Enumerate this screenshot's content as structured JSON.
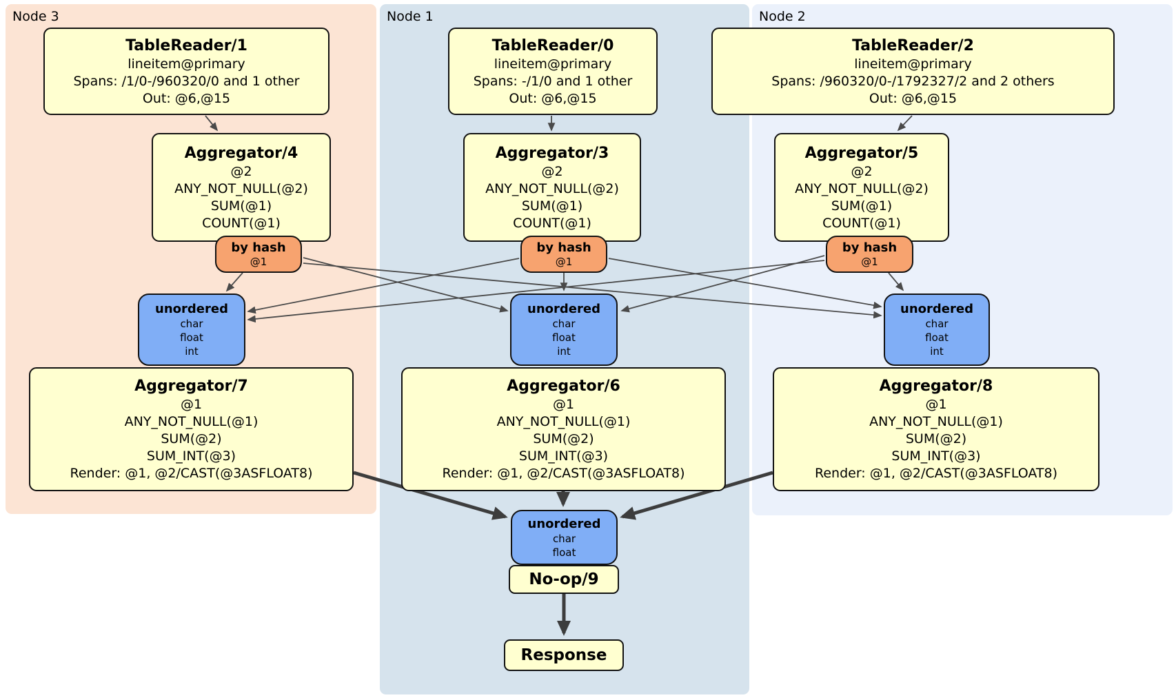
{
  "nodes": [
    {
      "label": "Node 3",
      "table_reader": {
        "title": "TableReader/1",
        "index": "lineitem@primary",
        "spans": "Spans: /1/0-/960320/0 and 1 other",
        "out": "Out: @6,@15"
      },
      "pre_aggregator": {
        "title": "Aggregator/4",
        "rows": [
          "@2",
          "ANY_NOT_NULL(@2)",
          "SUM(@1)",
          "COUNT(@1)"
        ]
      },
      "router": {
        "title": "by hash",
        "detail": "@1"
      },
      "sync": {
        "title": "unordered",
        "streams": [
          "char",
          "float",
          "int"
        ]
      },
      "final_aggregator": {
        "title": "Aggregator/7",
        "rows": [
          "@1",
          "ANY_NOT_NULL(@1)",
          "SUM(@2)",
          "SUM_INT(@3)",
          "Render: @1, @2/CAST(@3ASFLOAT8)"
        ]
      }
    },
    {
      "label": "Node 1",
      "table_reader": {
        "title": "TableReader/0",
        "index": "lineitem@primary",
        "spans": "Spans: -/1/0 and 1 other",
        "out": "Out: @6,@15"
      },
      "pre_aggregator": {
        "title": "Aggregator/3",
        "rows": [
          "@2",
          "ANY_NOT_NULL(@2)",
          "SUM(@1)",
          "COUNT(@1)"
        ]
      },
      "router": {
        "title": "by hash",
        "detail": "@1"
      },
      "sync": {
        "title": "unordered",
        "streams": [
          "char",
          "float",
          "int"
        ]
      },
      "final_aggregator": {
        "title": "Aggregator/6",
        "rows": [
          "@1",
          "ANY_NOT_NULL(@1)",
          "SUM(@2)",
          "SUM_INT(@3)",
          "Render: @1, @2/CAST(@3ASFLOAT8)"
        ]
      }
    },
    {
      "label": "Node 2",
      "table_reader": {
        "title": "TableReader/2",
        "index": "lineitem@primary",
        "spans": "Spans: /960320/0-/1792327/2 and 2 others",
        "out": "Out: @6,@15"
      },
      "pre_aggregator": {
        "title": "Aggregator/5",
        "rows": [
          "@2",
          "ANY_NOT_NULL(@2)",
          "SUM(@1)",
          "COUNT(@1)"
        ]
      },
      "router": {
        "title": "by hash",
        "detail": "@1"
      },
      "sync": {
        "title": "unordered",
        "streams": [
          "char",
          "float",
          "int"
        ]
      },
      "final_aggregator": {
        "title": "Aggregator/8",
        "rows": [
          "@1",
          "ANY_NOT_NULL(@1)",
          "SUM(@2)",
          "SUM_INT(@3)",
          "Render: @1, @2/CAST(@3ASFLOAT8)"
        ]
      }
    }
  ],
  "result": {
    "sync": {
      "title": "unordered",
      "streams": [
        "char",
        "float"
      ]
    },
    "noop_label": "No-op/9",
    "response_label": "Response"
  },
  "colors": {
    "node3_bg": "#fce4d4",
    "node1_bg": "#d6e3ed",
    "node2_bg": "#ebf1fb",
    "processor_bg": "#ffffd0",
    "router_bg": "#f7a36f",
    "sync_bg": "#80aef6",
    "edge": "#4a4a4a",
    "thick_edge": "#3d3d3d"
  }
}
